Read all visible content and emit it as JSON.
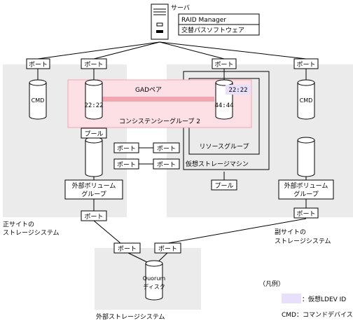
{
  "server": {
    "label": "サーバ",
    "software": [
      "RAID Manager",
      "交替パスソフトウェア"
    ]
  },
  "primary_site": {
    "label": [
      "正サイトの",
      "ストレージシステム"
    ],
    "port_label": "ポート",
    "cmd_label": "CMD",
    "volume_id": "22:22",
    "pool_label": "プール",
    "ext_volume_group": [
      "外部ボリューム",
      "グループ"
    ]
  },
  "secondary_site": {
    "label": [
      "副サイトの",
      "ストレージシステム"
    ],
    "port_label": "ポート",
    "cmd_label": "CMD",
    "volume_id": "44:44",
    "virtual_ldev_id": "22:22",
    "pool_label": "プール",
    "resource_group_label": "リソースグループ",
    "virtual_storage_label": "仮想ストレージマシン",
    "ext_volume_group": [
      "外部ボリューム",
      "グループ"
    ]
  },
  "gad_pair_label": "GADペア",
  "consistency_group_label": "コンシステンシーグループ 2",
  "link_ports": [
    "ポート",
    "ポート",
    "ポート",
    "ポート"
  ],
  "external_storage": {
    "label": "外部ストレージシステム",
    "port_label": "ポート",
    "quorum_disk": [
      "Quorum",
      "ディスク"
    ]
  },
  "legend": {
    "title": "（凡例）",
    "virtual_ldev": "：仮想LDEV ID",
    "cmd": "CMD：コマンドデバイス"
  },
  "colors": {
    "site_background": "#ebebeb",
    "gad_pair_area": "#fde0e6",
    "gad_pair_line": "#f4a6b0",
    "virtual_ldev_highlight": "#e8e0fa"
  }
}
